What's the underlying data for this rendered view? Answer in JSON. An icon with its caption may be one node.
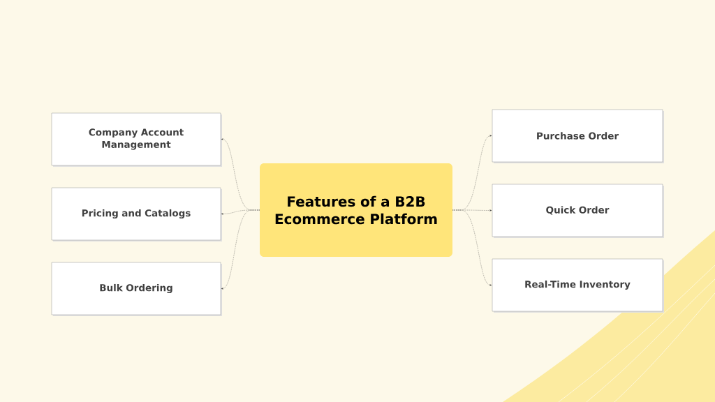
{
  "diagram": {
    "nodes": [
      {
        "text": [
          "Features of a B2B Ecommerce Platform"
        ]
      },
      {
        "text": [
          "Company Account Management"
        ]
      },
      {
        "text": [
          "Pricing and Catalogs"
        ]
      },
      {
        "text": [
          "Bulk Ordering"
        ]
      },
      {
        "text": [
          "Purchase Order"
        ]
      },
      {
        "text": [
          "Quick Order"
        ]
      },
      {
        "text": [
          "Real-Time Inventory"
        ]
      }
    ],
    "edges": [
      {
        "from": 0,
        "to": 1,
        "arrow": "to"
      },
      {
        "from": 0,
        "to": 2,
        "arrow": "to"
      },
      {
        "from": 0,
        "to": 3,
        "arrow": "to"
      },
      {
        "from": 0,
        "to": 4,
        "arrow": "to"
      },
      {
        "from": 0,
        "to": 5,
        "arrow": "to"
      },
      {
        "from": 0,
        "to": 6,
        "arrow": "to"
      }
    ]
  }
}
